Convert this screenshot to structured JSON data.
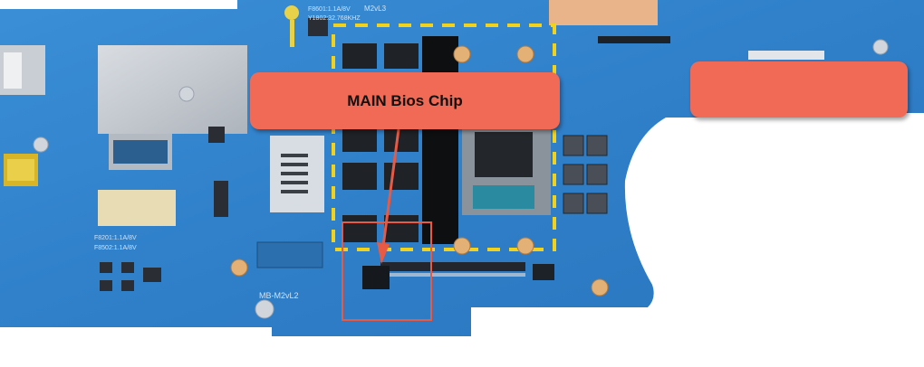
{
  "annotations": {
    "main_label": "MAIN Bios Chip",
    "right_label": ""
  },
  "silkscreen": {
    "mb_label": "MB-M2vL2",
    "m2_label": "M2vL3",
    "fuse_a": "F8201:1.1A/8V",
    "fuse_b": "F8502:1.1A/8V",
    "fuse_c": "F8601:1.1A/8V",
    "xtal": "Y1802:32.768KHZ"
  },
  "colors": {
    "board": "#2f7fc9",
    "callout": "#f06a55",
    "highlight_box": "#e85a44",
    "dashed_outline": "#f2d21b"
  }
}
